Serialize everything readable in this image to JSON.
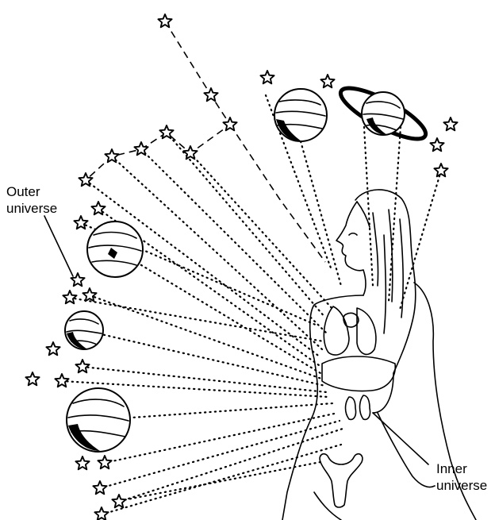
{
  "labels": {
    "outer_line1": "Outer",
    "outer_line2": "universe",
    "inner_line1": "Inner",
    "inner_line2": "universe"
  }
}
